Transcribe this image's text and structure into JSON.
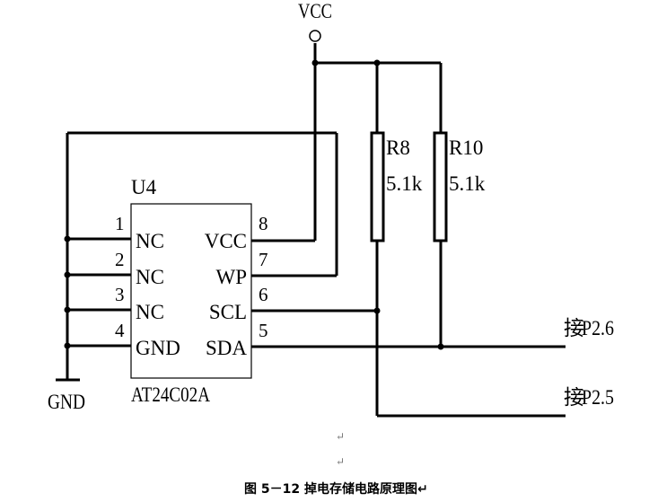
{
  "schematic": {
    "power_label": "VCC",
    "ground_label": "GND",
    "chip": {
      "designator": "U4",
      "part_number": "AT24C02A",
      "left_pins": [
        {
          "number": "1",
          "name": "NC"
        },
        {
          "number": "2",
          "name": "NC"
        },
        {
          "number": "3",
          "name": "NC"
        },
        {
          "number": "4",
          "name": "GND"
        }
      ],
      "right_pins": [
        {
          "number": "8",
          "name": "VCC"
        },
        {
          "number": "7",
          "name": "WP"
        },
        {
          "number": "6",
          "name": "SCL"
        },
        {
          "number": "5",
          "name": "SDA"
        }
      ]
    },
    "resistors": [
      {
        "designator": "R8",
        "value": "5.1k"
      },
      {
        "designator": "R10",
        "value": "5.1k"
      }
    ],
    "connections": [
      {
        "prefix": "接",
        "port": "P2.6"
      },
      {
        "prefix": "接",
        "port": "P2.5"
      }
    ]
  },
  "paragraph_marks": [
    "↵",
    "↵"
  ],
  "caption": "图 5－12 掉电存储电路原理图↵"
}
